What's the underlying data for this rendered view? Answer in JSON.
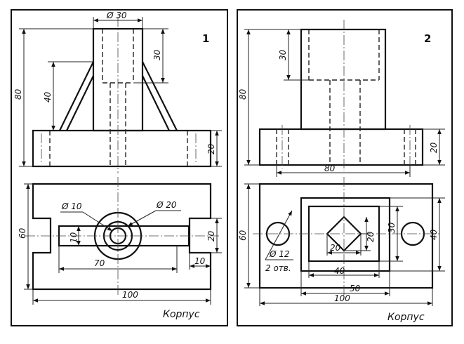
{
  "panel1": {
    "number": "1",
    "title": "Корпус",
    "dims": {
      "d30": "Ø 30",
      "h30": "30",
      "h80": "80",
      "h40": "40",
      "h20": "20",
      "w60": "60",
      "d10": "Ø 10",
      "d20": "Ø 20",
      "r10": "10",
      "w70": "70",
      "s20": "20",
      "s10": "10",
      "w100": "100"
    }
  },
  "panel2": {
    "number": "2",
    "title": "Корпус",
    "dims": {
      "h30": "30",
      "h80": "80",
      "h20": "20",
      "w80": "80",
      "w60": "60",
      "d12": "Ø 12",
      "holes": "2 отв.",
      "s20a": "20",
      "s20b": "20",
      "s30": "30",
      "s40": "40",
      "w40": "40",
      "w50": "50",
      "w100": "100"
    }
  }
}
